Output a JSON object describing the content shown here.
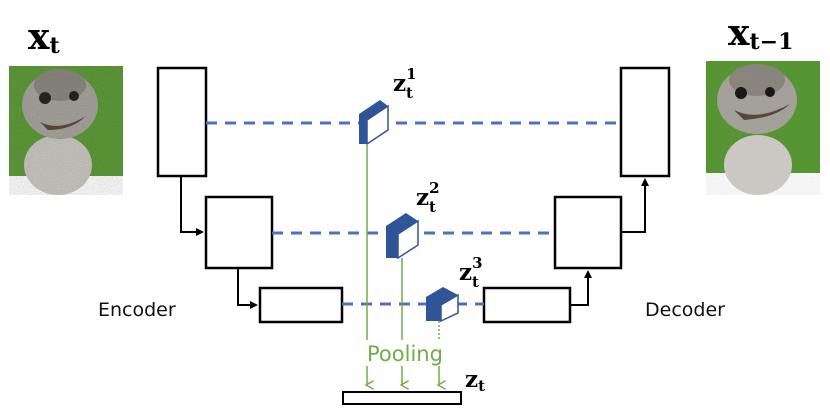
{
  "labels": {
    "input_main": "x",
    "input_sub": "t",
    "output_main": "x",
    "output_sub": "t−1",
    "encoder": "Encoder",
    "decoder": "Decoder",
    "pooling": "Pooling",
    "z_main": "z",
    "z_sub": "t",
    "z1_sup": "1",
    "z2_sup": "2",
    "z3_sup": "3"
  },
  "colors": {
    "skip_line": "#4a72c4",
    "pooling": "#70ad47",
    "cube_front": "#2f5597",
    "cube_face": "#ffffff",
    "box_stroke": "#000000"
  },
  "images": {
    "input": "noisy-ostrich-photo",
    "output": "less-noisy-ostrich-photo"
  }
}
